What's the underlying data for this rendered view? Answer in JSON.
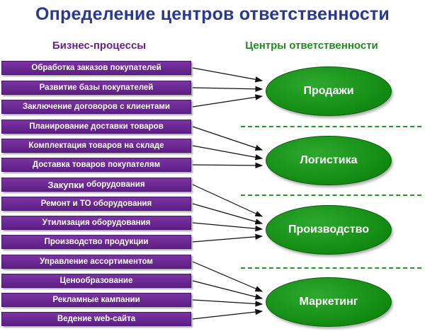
{
  "title": "Определение центров ответственности",
  "left_header": "Бизнес-процессы",
  "right_header": "Центры ответственности",
  "processes": [
    {
      "label": "Обработка заказов покупателей"
    },
    {
      "label": "Развитие базы покупателей"
    },
    {
      "label": "Заключение договоров с клиентами"
    },
    {
      "label": "Планирование доставки товаров"
    },
    {
      "label": "Комплектация товаров на складе"
    },
    {
      "label": "Доставка товаров покупателям"
    },
    {
      "label_big": "Закупки",
      "label_rest": " оборудования"
    },
    {
      "label": "Ремонт и ТО оборудования"
    },
    {
      "label": "Утилизация оборудования"
    },
    {
      "label": "Производство продукции"
    },
    {
      "label": "Управление ассортиментом"
    },
    {
      "label": "Ценообразование"
    },
    {
      "label": "Рекламные кампании"
    },
    {
      "label": "Ведение web-сайта"
    }
  ],
  "centers": [
    {
      "label": "Продажи"
    },
    {
      "label": "Логистика"
    },
    {
      "label": "Производство"
    },
    {
      "label": "Маркетинг"
    }
  ],
  "colors": {
    "title": "#2a3990",
    "process_fill": "#6a2894",
    "center_fill": "#179017",
    "separator": "#1f9a1f",
    "arrow": "#111111"
  }
}
